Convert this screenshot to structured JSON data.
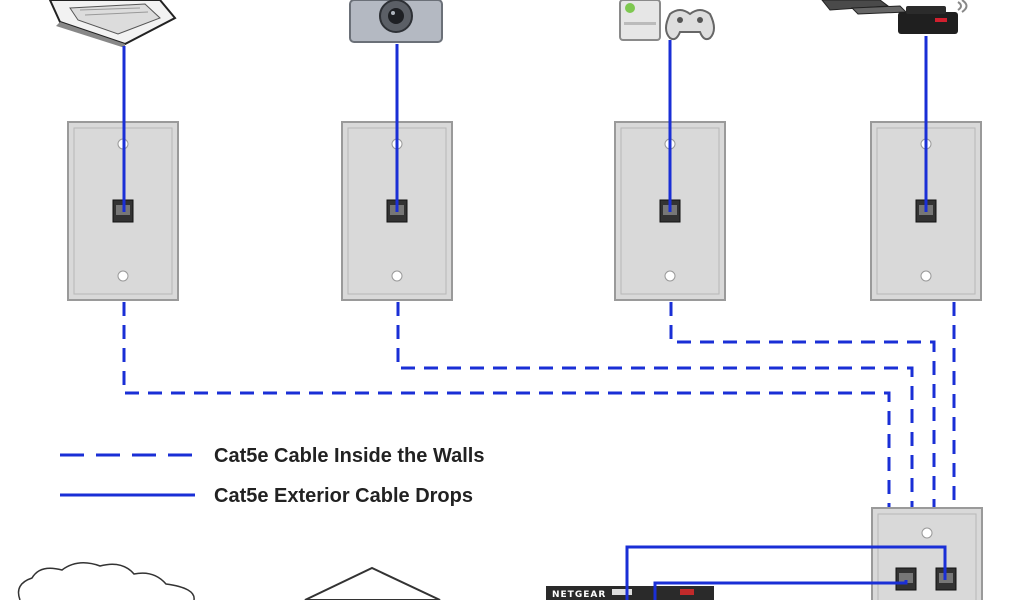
{
  "legend": {
    "inside_walls": "Cat5e Cable Inside the Walls",
    "exterior_drops": "Cat5e Exterior Cable Drops"
  },
  "router": {
    "brand": "NETGEAR"
  },
  "devices": [
    {
      "name": "laptop",
      "icon": "laptop-icon"
    },
    {
      "name": "ip-camera",
      "icon": "camera-icon"
    },
    {
      "name": "game-console",
      "icon": "console-icon"
    },
    {
      "name": "media-receiver",
      "icon": "receiver-icon"
    }
  ],
  "colors": {
    "cable": "#1a2fd6",
    "plate": "#d9d9d9",
    "plate_border": "#9a9a9a"
  }
}
